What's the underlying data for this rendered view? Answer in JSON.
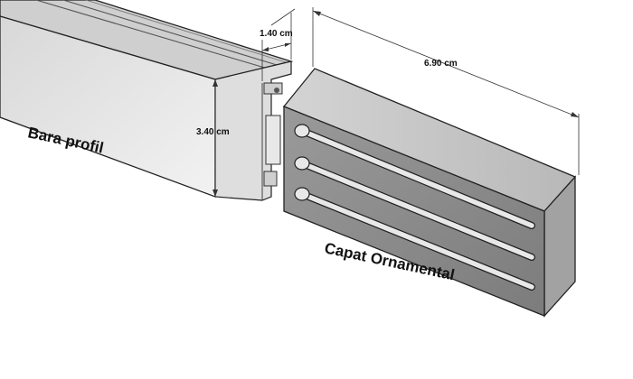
{
  "labels": {
    "bar": "Bara profil",
    "cap": "Capat Ornamental"
  },
  "dimensions": {
    "depth": "1.40 cm",
    "height": "3.40 cm",
    "length": "6.90 cm"
  },
  "colors": {
    "bar_front": "#e4e4e4",
    "bar_top": "#d2d2d2",
    "cap_front": "#8e8e8e",
    "cap_top": "#c8c8c8",
    "cap_side": "#a6a6a6",
    "slot": "#e6e6e6",
    "outline": "#222222"
  }
}
